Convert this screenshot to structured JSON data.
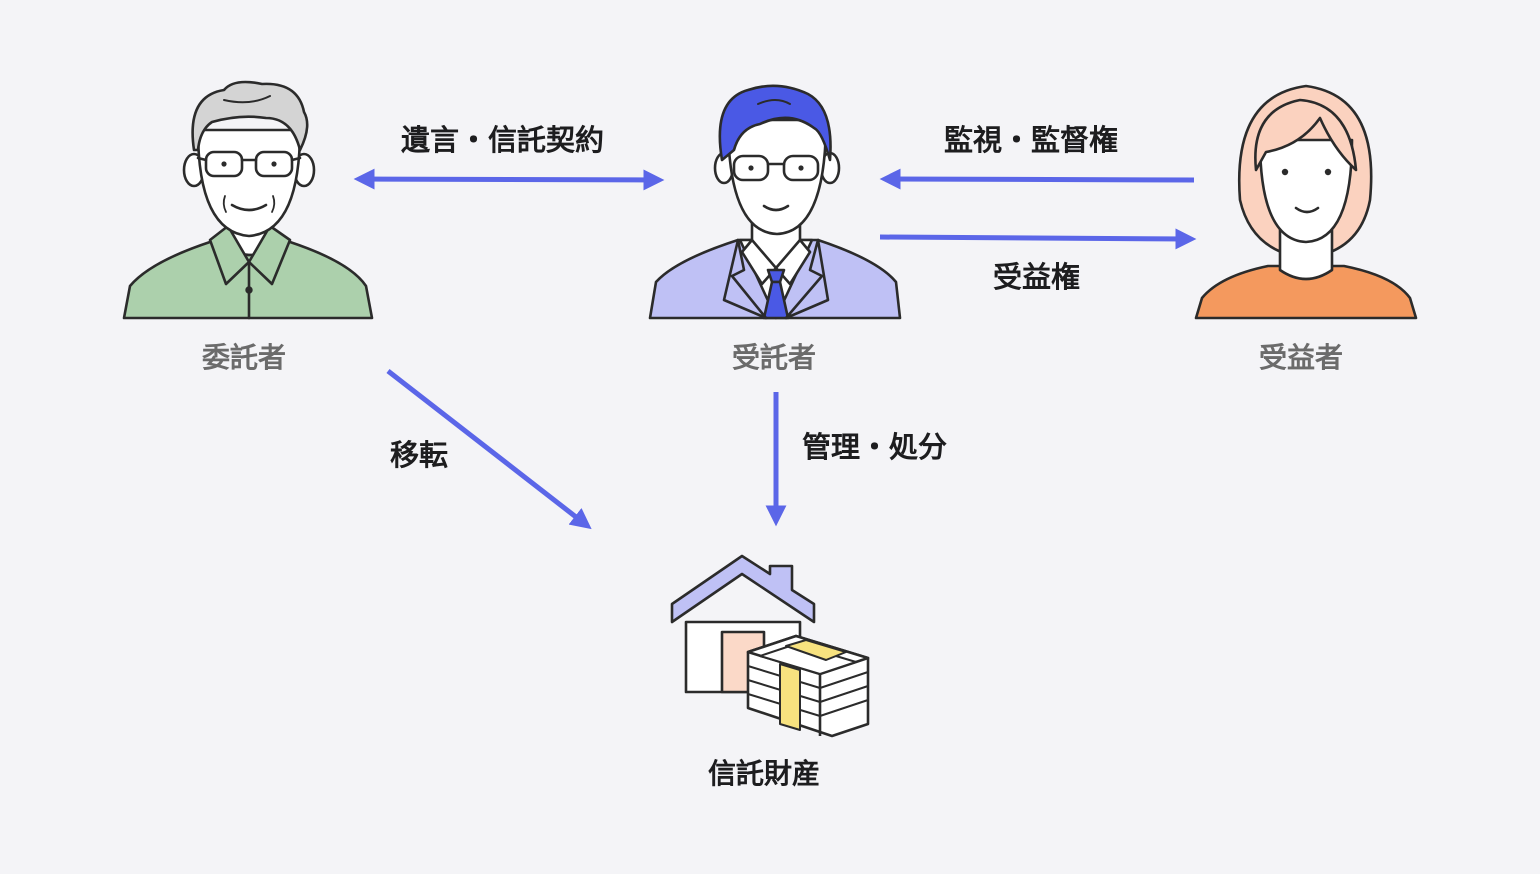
{
  "roles": {
    "settlor": "委託者",
    "trustee": "受託者",
    "beneficiary": "受益者"
  },
  "relations": {
    "contract": "遺言・信託契約",
    "supervision": "監視・監督権",
    "beneficial_interest": "受益権",
    "transfer": "移転",
    "management": "管理・処分"
  },
  "asset": {
    "label": "信託財産"
  },
  "colors": {
    "arrow": "#5b66e8",
    "settlor_shirt": "#acd0ac",
    "trustee_suit": "#bfc1f5",
    "trustee_hair": "#4a59e5",
    "beneficiary_shirt": "#f4995e",
    "beneficiary_hair": "#fbd2bf",
    "house_roof": "#bfc1f5",
    "house_door": "#fbd9c8",
    "money_band": "#f7e27f",
    "outline": "#2b2b2b"
  }
}
